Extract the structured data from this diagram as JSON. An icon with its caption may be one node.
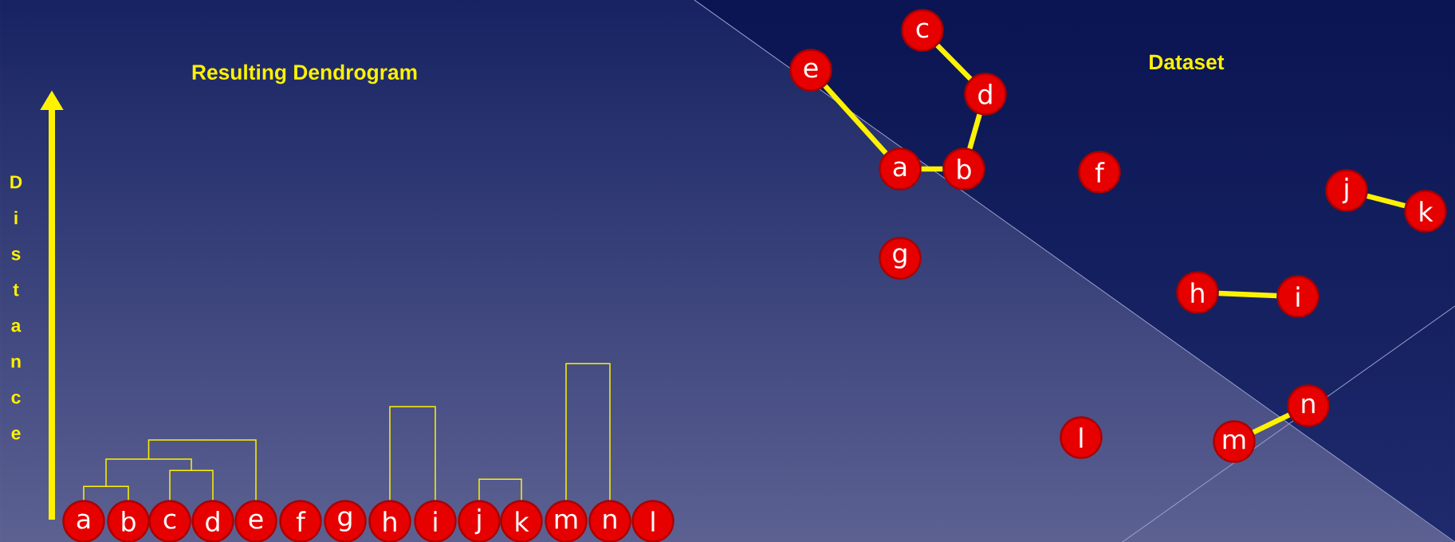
{
  "diagram": {
    "nodes": [
      {
        "text": [
          "a"
        ]
      },
      {
        "text": [
          "b"
        ]
      },
      {
        "text": [
          "c"
        ]
      },
      {
        "text": [
          "d"
        ]
      },
      {
        "text": [
          "e"
        ]
      },
      {
        "text": [
          "f"
        ]
      },
      {
        "text": [
          "g"
        ]
      },
      {
        "text": [
          "h"
        ]
      },
      {
        "text": [
          "i"
        ]
      },
      {
        "text": [
          "j"
        ]
      },
      {
        "text": [
          "k"
        ]
      },
      {
        "text": [
          "m"
        ]
      },
      {
        "text": [
          "n"
        ]
      },
      {
        "text": [
          "l"
        ]
      },
      {
        "text": [
          "a"
        ]
      },
      {
        "text": [
          "b"
        ]
      },
      {
        "text": [
          "c"
        ]
      },
      {
        "text": [
          "d"
        ]
      },
      {
        "text": [
          "e"
        ]
      },
      {
        "text": [
          "f"
        ]
      },
      {
        "text": [
          "g"
        ]
      },
      {
        "text": [
          "h"
        ]
      },
      {
        "text": [
          "i"
        ]
      },
      {
        "text": [
          "j"
        ]
      },
      {
        "text": [
          "k"
        ]
      },
      {
        "text": [
          "l"
        ]
      },
      {
        "text": [
          "m"
        ]
      },
      {
        "text": [
          "n"
        ]
      }
    ],
    "edges": [
      {
        "from": 0,
        "to": 1,
        "arrow": "none"
      },
      {
        "from": 2,
        "to": 3,
        "arrow": "none"
      },
      {
        "from": null,
        "to": 4,
        "arrow": "none"
      },
      {
        "from": 7,
        "to": 8,
        "arrow": "none"
      },
      {
        "from": 9,
        "to": 10,
        "arrow": "none"
      },
      {
        "from": 11,
        "to": 12,
        "arrow": "none"
      },
      {
        "from": 18,
        "to": 14,
        "arrow": "none"
      },
      {
        "from": 14,
        "to": 15,
        "arrow": "none"
      },
      {
        "from": 15,
        "to": 17,
        "arrow": "none"
      },
      {
        "from": 17,
        "to": 16,
        "arrow": "none"
      },
      {
        "from": 23,
        "to": 24,
        "arrow": "none"
      },
      {
        "from": 21,
        "to": 22,
        "arrow": "none"
      },
      {
        "from": 26,
        "to": 27,
        "arrow": "none"
      }
    ],
    "labels": [
      "Resulting Dendrogram",
      "Distance",
      "Dataset"
    ]
  }
}
